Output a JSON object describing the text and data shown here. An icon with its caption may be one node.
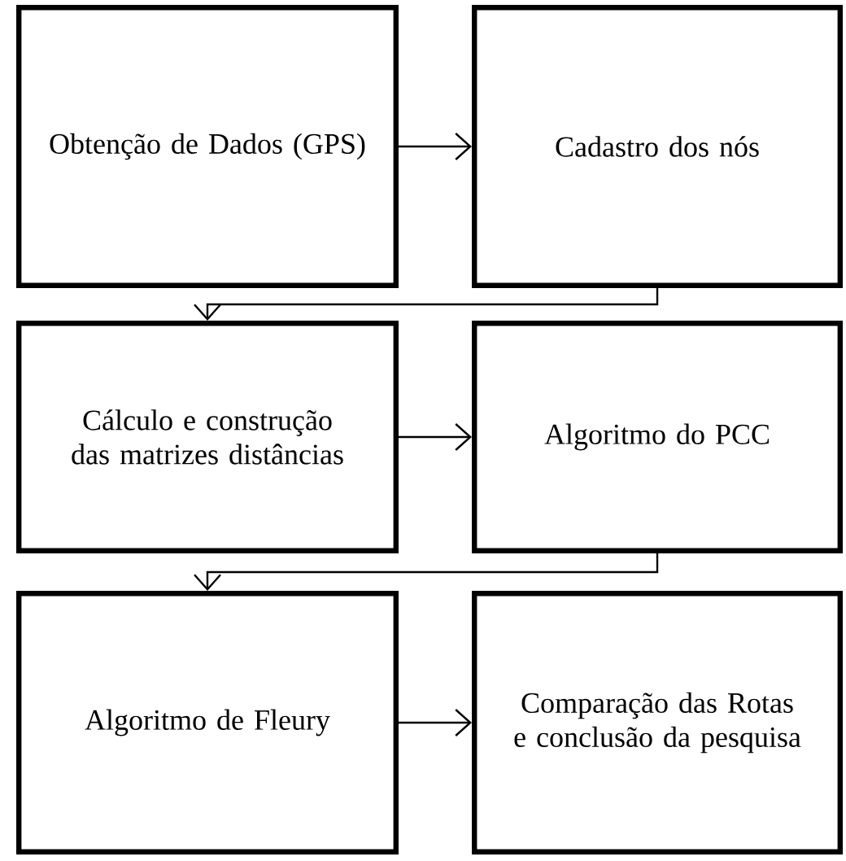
{
  "diagram": {
    "nodes": [
      {
        "text": [
          "Obtenção de Dados (GPS)"
        ]
      },
      {
        "text": [
          "Cadastro dos nós"
        ]
      },
      {
        "text": [
          "Cálculo e construção das matrizes distâncias"
        ]
      },
      {
        "text": [
          "Algoritmo do PCC"
        ]
      },
      {
        "text": [
          "Algoritmo de Fleury"
        ]
      },
      {
        "text": [
          "Comparação das Rotas e conclusão da pesquisa"
        ]
      }
    ],
    "edges": [
      {
        "from": 0,
        "to": 1,
        "arrow": "to"
      },
      {
        "from": 1,
        "to": 2,
        "arrow": "to"
      },
      {
        "from": 2,
        "to": 3,
        "arrow": "to"
      },
      {
        "from": 3,
        "to": 4,
        "arrow": "to"
      },
      {
        "from": 4,
        "to": 5,
        "arrow": "to"
      }
    ]
  }
}
